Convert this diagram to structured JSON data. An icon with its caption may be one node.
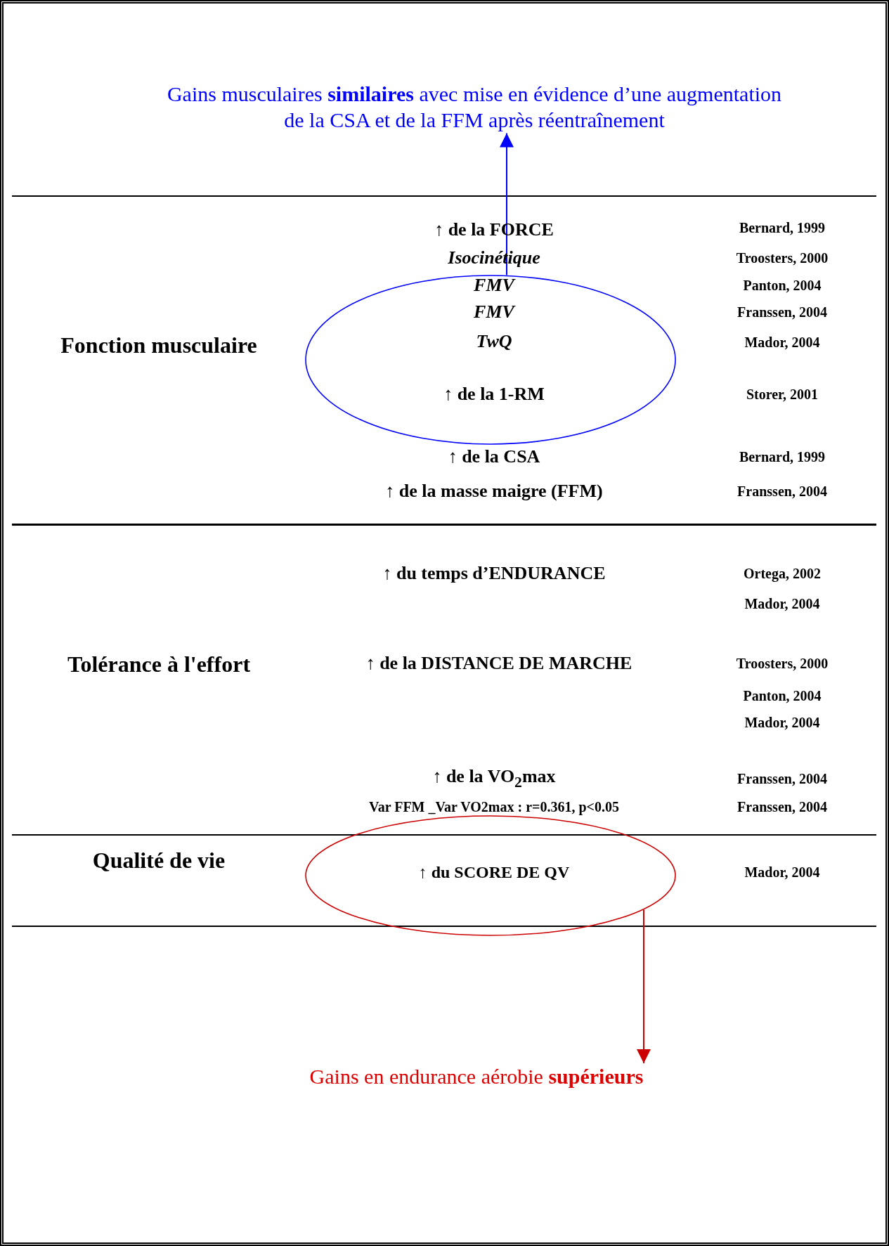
{
  "diagram": {
    "nodes": [
      {
        "text": [
          "Gains musculaires **similaires** avec mise en évidence d’une augmentation de la CSA et de la FFM après réentraînement"
        ]
      },
      {
        "text": [
          "FMV",
          "FMV",
          "TwQ",
          "↑ de la 1-RM"
        ]
      },
      {
        "text": [
          "↑ du SCORE DE QV"
        ]
      },
      {
        "text": [
          "Gains en endurance aérobie **supérieurs**"
        ]
      }
    ],
    "edges": [
      {
        "from": 1,
        "to": 0,
        "arrow": "to",
        "color": "#0000ff"
      },
      {
        "from": 2,
        "to": 3,
        "arrow": "to",
        "color": "#cc0000"
      }
    ],
    "labels": [
      "↑ de la FORCE",
      "Bernard, 1999",
      "Isocinétique",
      "Troosters, 2000",
      "Panton, 2004",
      "Franssen, 2004",
      "Fonction musculaire",
      "Mador, 2004",
      "Storer, 2001",
      "↑ de la CSA",
      "Bernard, 1999",
      "↑ de la masse maigre (FFM)",
      "Franssen, 2004",
      "↑ du temps d’ENDURANCE",
      "Ortega, 2002",
      "Mador, 2004",
      "Tolérance à l'effort",
      "↑ de la DISTANCE DE MARCHE",
      "Troosters, 2000",
      "Panton, 2004",
      "Mador, 2004",
      "↑ de la VO$_{2}$max",
      "Franssen, 2004",
      "Var FFM _Var VO2max : r=0.361, p<0.05",
      "Franssen, 2004",
      "Qualité de vie",
      "Mador, 2004"
    ]
  }
}
